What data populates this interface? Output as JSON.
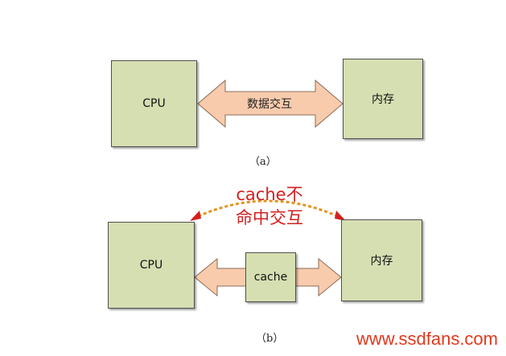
{
  "diagram_a": {
    "cpu_label": "CPU",
    "memory_label": "内存",
    "arrow_label": "数据交互",
    "caption": "（a）"
  },
  "diagram_b": {
    "cpu_label": "CPU",
    "memory_label": "内存",
    "cache_label": "cache",
    "miss_label_line1": "cache不",
    "miss_label_line2": "命中交互",
    "caption": "（b）"
  },
  "watermark": "www.ssdfans.com",
  "colors": {
    "box_fill": "#d6dfb2",
    "arrow_fill": "#f8cbad",
    "arrow_stroke": "#8b6b55",
    "miss_curve": "#e2941e",
    "miss_text": "#d41f1f",
    "watermark": "#e0391d"
  }
}
